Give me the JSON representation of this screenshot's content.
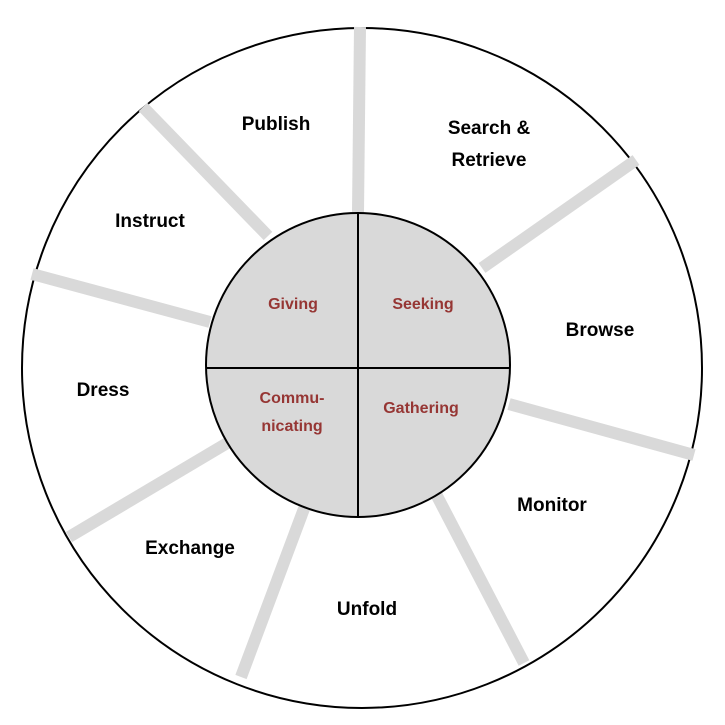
{
  "diagram": {
    "colors": {
      "outline": "#000000",
      "spoke": "#d9d9d9",
      "hub_fill": "#d9d9d9",
      "inner_text": "#963634",
      "outer_text": "#000000",
      "background": "#ffffff"
    },
    "inner": {
      "giving": "Giving",
      "seeking": "Seeking",
      "communicating_line1": "Commu-",
      "communicating_line2": "nicating",
      "gathering": "Gathering"
    },
    "outer": {
      "publish": "Publish",
      "search_retrieve_line1": "Search &",
      "search_retrieve_line2": "Retrieve",
      "browse": "Browse",
      "monitor": "Monitor",
      "unfold": "Unfold",
      "exchange": "Exchange",
      "dress": "Dress",
      "instruct": "Instruct"
    }
  }
}
